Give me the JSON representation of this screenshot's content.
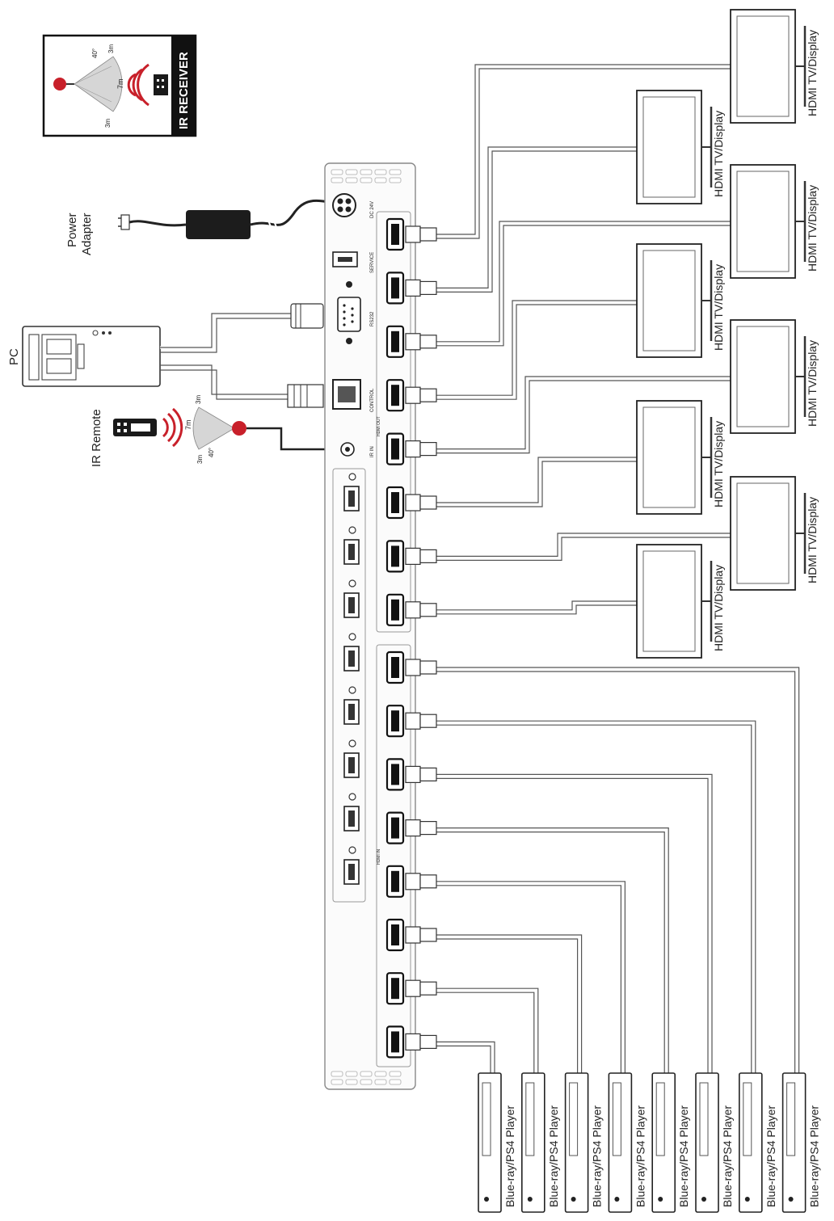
{
  "labels": {
    "ir_receiver_box": "IR RECEIVER",
    "power_adapter": [
      "Power",
      "Adapter"
    ],
    "pc": "PC",
    "ir_remote": "IR Remote",
    "angle": "40°",
    "dist_7m": "7m",
    "dist_3m": "3m",
    "display": "HDMI TV/Display",
    "player": "Blue-ray/PS4 Player"
  },
  "panel": {
    "dc": "DC 24V",
    "service": "SERVICE",
    "rs232": "RS232",
    "control": "CONTROL",
    "ir_in": "IR IN",
    "hdmi_out": "HDMI OUT",
    "hdmi_in": "HDMI IN"
  },
  "counts": {
    "outputs": 8,
    "inputs": 8
  },
  "colors": {
    "accent_red": "#c8202a",
    "line": "#444444"
  }
}
